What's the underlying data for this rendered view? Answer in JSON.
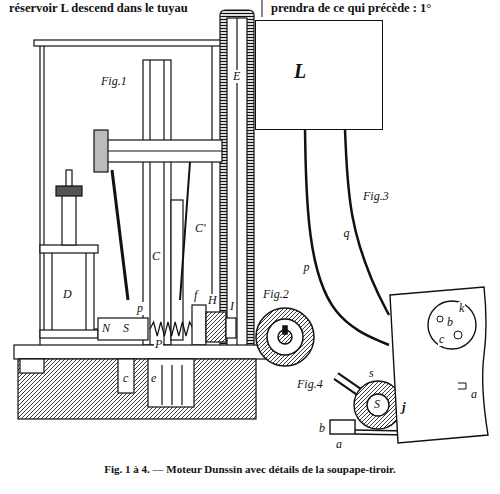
{
  "diagram": {
    "caption": "Fig. 1 à 4. — Moteur Dunssin avec détails de la soupape-tiroir.",
    "nodes": [
      {
        "text": [
          "L"
        ]
      },
      {
        "text": [
          "j"
        ]
      }
    ],
    "edges": [
      {
        "from": 0,
        "to": 1,
        "arrow": "none",
        "label": "p"
      },
      {
        "from": 0,
        "to": 1,
        "arrow": "none",
        "label": "q"
      }
    ],
    "labels": [
      "réservoir L descend dans le tuyau",
      "prendra de ce qui précède : 1°",
      "Fig.1",
      "Fig.2",
      "Fig.3",
      "Fig.4",
      "E",
      "C'",
      "C",
      "D",
      "N",
      "S",
      "P",
      "p",
      "f",
      "H",
      "I",
      "c",
      "e",
      "k",
      "b",
      "c",
      "a",
      "S",
      "s",
      "b",
      "a"
    ]
  }
}
